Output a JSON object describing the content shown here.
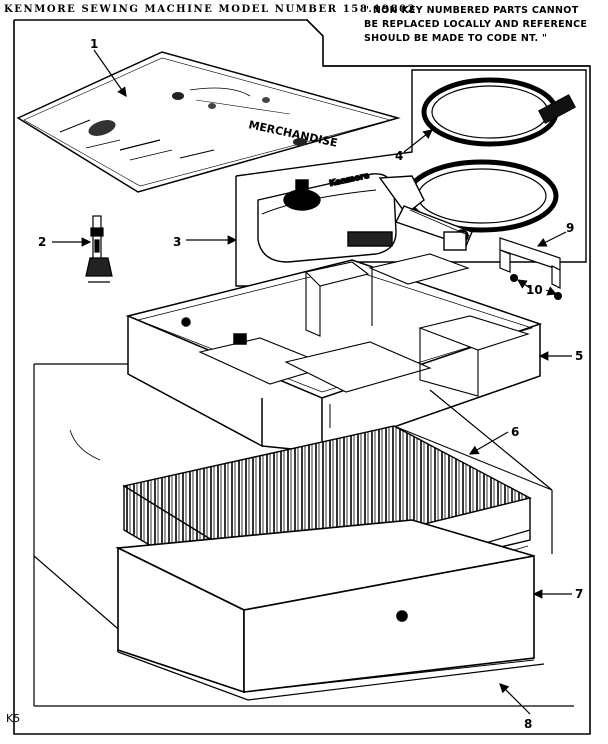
{
  "header": {
    "title": "KENMORE SEWING MACHINE MODEL NUMBER 158.19802",
    "note_lines": [
      "\" NON KEY NUMBERED PARTS CANNOT",
      "BE REPLACED LOCALLY AND REFERENCE",
      "SHOULD BE MADE TO CODE NT. \""
    ]
  },
  "callouts": [
    {
      "label": "1"
    },
    {
      "label": "2"
    },
    {
      "label": "3"
    },
    {
      "label": "4"
    },
    {
      "label": "5"
    },
    {
      "label": "6"
    },
    {
      "label": "7"
    },
    {
      "label": "8"
    },
    {
      "label": "9"
    },
    {
      "label": "10"
    }
  ],
  "manual_cover_text": "MERCHANDISE",
  "device_brand": "Kenmore",
  "page_code": "K5"
}
